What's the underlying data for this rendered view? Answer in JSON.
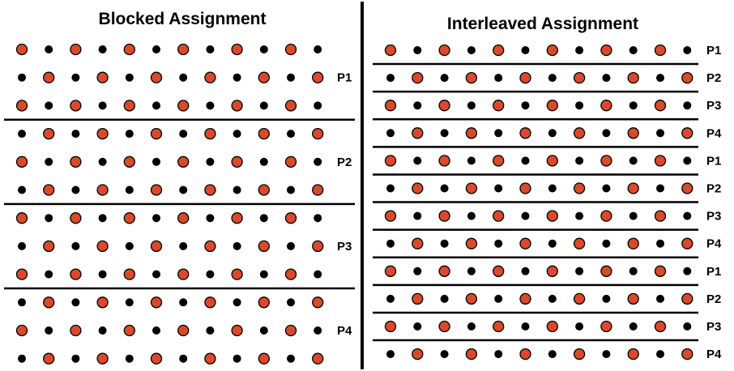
{
  "colors": {
    "red_dot": "#d84a2b",
    "black_dot": "#000000",
    "line": "#000000"
  },
  "blocked": {
    "title": "Blocked Assignment",
    "rows": 12,
    "cols": 12,
    "pattern": "checkerboard, first row starts red",
    "groups": [
      {
        "label": "P1",
        "rows": [
          0,
          1,
          2
        ]
      },
      {
        "label": "P2",
        "rows": [
          3,
          4,
          5
        ]
      },
      {
        "label": "P3",
        "rows": [
          6,
          7,
          8
        ]
      },
      {
        "label": "P4",
        "rows": [
          9,
          10,
          11
        ]
      }
    ]
  },
  "interleaved": {
    "title": "Interleaved Assignment",
    "rows": 12,
    "cols": 12,
    "pattern": "checkerboard, first row starts red",
    "row_labels": [
      "P1",
      "P2",
      "P3",
      "P4",
      "P1",
      "P2",
      "P3",
      "P4",
      "P1",
      "P2",
      "P3",
      "P4"
    ]
  }
}
